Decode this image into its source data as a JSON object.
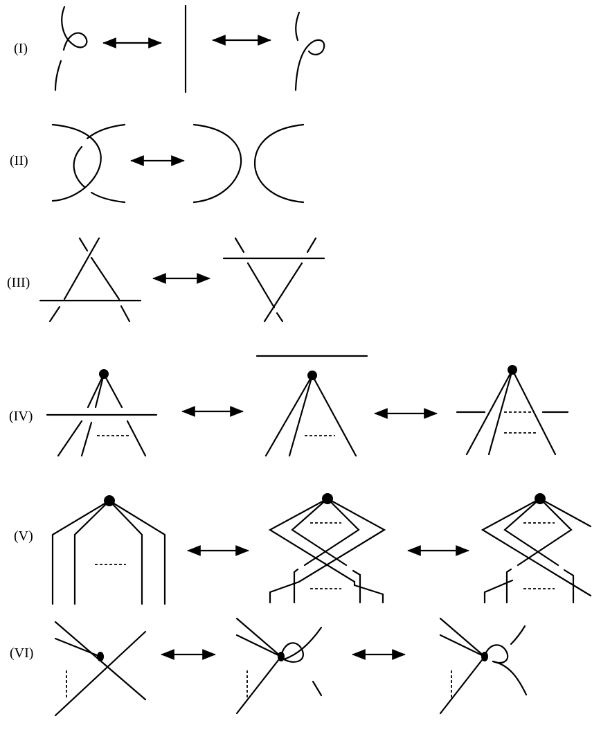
{
  "labels": {
    "move_1": "(I)",
    "move_2": "(II)",
    "move_3": "(III)",
    "move_4": "(IV)",
    "move_5": "(V)",
    "move_6": "(VI)"
  },
  "colors": {
    "stroke": "#000000",
    "background": "#ffffff"
  }
}
